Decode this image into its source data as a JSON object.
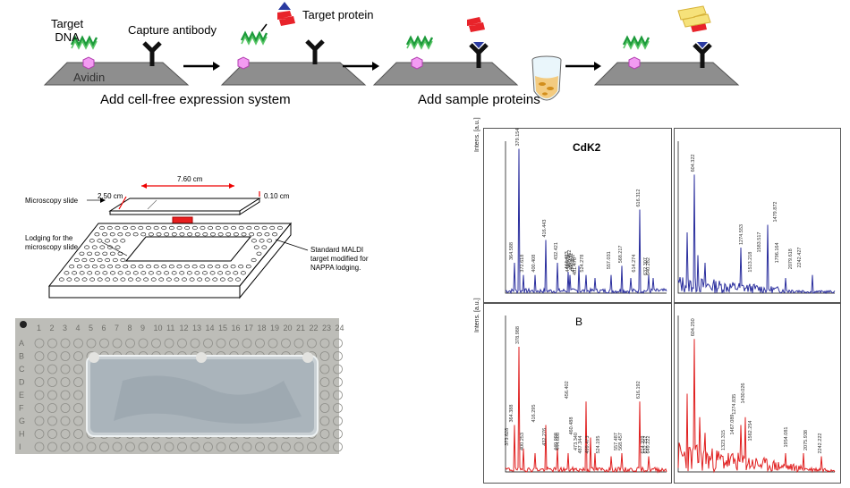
{
  "assay": {
    "target_dna_label": "Target\nDNA",
    "avidin_label": "Avidin",
    "capture_antibody_label": "Capture antibody",
    "target_protein_label": "Target protein",
    "step1_caption": "Add cell-free expression system",
    "step2_caption": "Add sample proteins"
  },
  "slide": {
    "width_label": "7.60 cm",
    "height_label": "2.50 cm",
    "thickness_label": "0.10 cm",
    "microscopy_slide_label": "Microscopy slide",
    "lodging_label": "Lodging for the\nmicroscopy slide",
    "maldi_label": "Standard MALDI\ntarget modified for\nNAPPA lodging.",
    "grid_columns": [
      "1",
      "2",
      "3",
      "4",
      "5",
      "6",
      "7",
      "8",
      "9",
      "10",
      "11",
      "12",
      "13",
      "14",
      "15",
      "16",
      "17",
      "18",
      "19",
      "20",
      "21",
      "22",
      "23",
      "24"
    ],
    "grid_rows": [
      "A",
      "B",
      "C",
      "D",
      "E",
      "F",
      "G",
      "H",
      "I"
    ]
  },
  "spectra": {
    "yaxis_label": "Intens. [a.u.]",
    "top_title": "CdK2",
    "bottom_title": "B",
    "top_left_peaks": [
      "379.154",
      "364.588",
      "372.618",
      "400.408",
      "416.443",
      "432.421",
      "444.423",
      "441.095",
      "460.452",
      "468.431",
      "475.301",
      "481.470",
      "524.278",
      "557.031",
      "568.217",
      "616.312",
      "614.274",
      "632.307",
      "640.282"
    ],
    "top_right_peaks": [
      "604.322",
      "1479.872",
      "1274.553",
      "1583.517",
      "1796.164",
      "2242.427",
      "2079.618",
      "1513.218"
    ],
    "bottom_left_peaks": [
      "378.988",
      "364.388",
      "373.628",
      "400.253",
      "416.295",
      "432.276",
      "440.998",
      "444.608",
      "456.402",
      "460.488",
      "473.340",
      "487.344",
      "499.473",
      "524.195",
      "557.487",
      "568.457",
      "616.192",
      "614.209",
      "632.257",
      "649.222"
    ],
    "bottom_right_peaks": [
      "604.250",
      "1430.026",
      "1274.835",
      "1467.089",
      "1954.081",
      "2075.938",
      "2242.222",
      "1562.254",
      "1323.315"
    ],
    "colors": {
      "top": "#2b2f9e",
      "bottom": "#e02020"
    }
  }
}
